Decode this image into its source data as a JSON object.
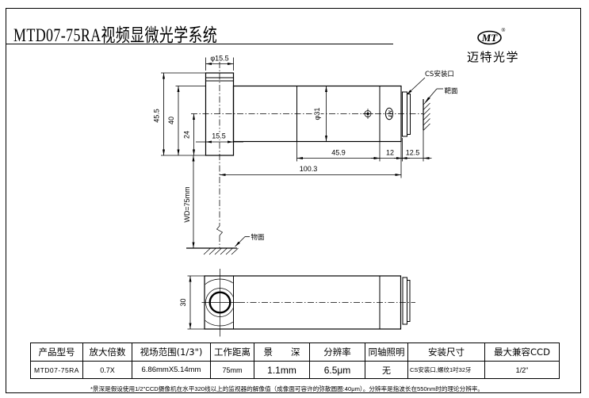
{
  "title": "MTD07-75RA视频显微光学系统",
  "brand": {
    "mark": "MT",
    "registered": "®",
    "company": "迈特光学"
  },
  "drawing": {
    "dim_phi_front": "φ15.5",
    "dim_45_5": "45.5",
    "dim_40": "40",
    "dim_24": "24",
    "dim_15_5": "15.5",
    "dim_phi31": "φ31",
    "dim_45_9": "45.9",
    "dim_12": "12",
    "dim_12_5": "12.5",
    "dim_100_3": "100.3",
    "dim_wd": "WD=75mm",
    "dim_30": "30",
    "label_cs_mount": "CS安装口",
    "label_sensor_plane": "靶面",
    "label_object_plane": "物面",
    "body_logo": "MT"
  },
  "table": {
    "headers": [
      "产品型号",
      "放大倍数",
      "视场范围(1/3\")",
      "工作距离",
      "景　　深",
      "分辨率",
      "同轴照明",
      "安装尺寸",
      "最大兼容CCD"
    ],
    "row": [
      "MTD07-75RA",
      "0.7X",
      "6.86mmX5.14mm",
      "75mm",
      "1.1mm",
      "6.5μm",
      "无",
      "CS安装口,螺纹1吋32牙",
      "1/2\""
    ]
  },
  "footnote": "*景深是假设使用1/2\"CCD摄像机在水平320线以上的监视器的解像值（成像面可容许的弥散圆圈:40μm）。分辨率是指波长在550nm时的理论分辨率。"
}
